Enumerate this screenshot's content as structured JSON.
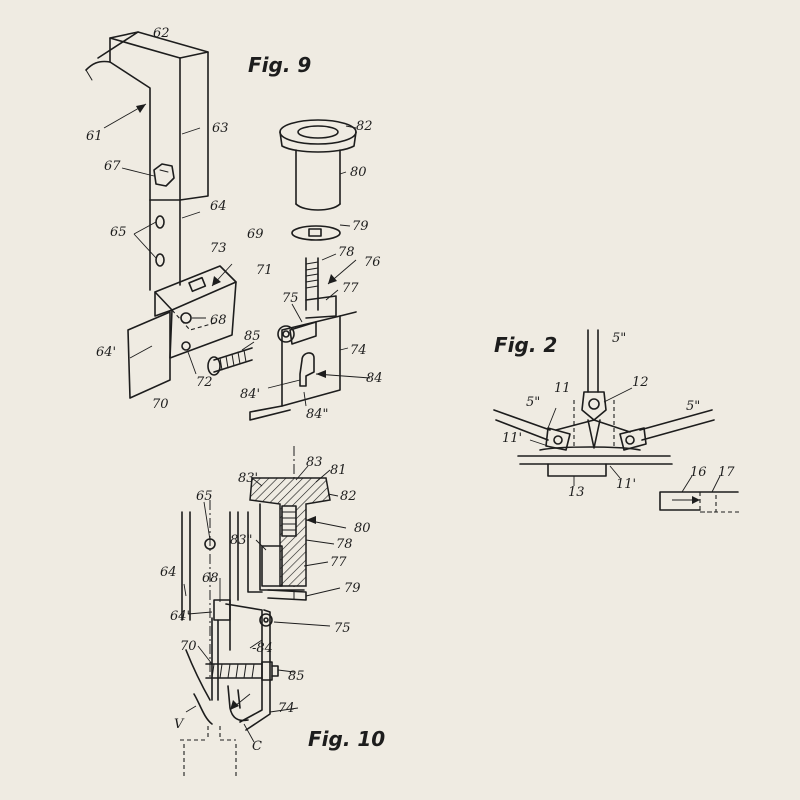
{
  "figures": {
    "fig9": {
      "title": "Fig. 9"
    },
    "fig2": {
      "title": "Fig. 2"
    },
    "fig10": {
      "title": "Fig. 10"
    }
  },
  "fig9_labels": {
    "l62": "62",
    "l61": "61",
    "l63": "63",
    "l67": "67",
    "l64": "64",
    "l65": "65",
    "l73": "73",
    "l69": "69",
    "l71": "71",
    "l68": "68",
    "l64p": "64'",
    "l72": "72",
    "l70": "70",
    "l82": "82",
    "l80": "80",
    "l79": "79",
    "l78": "78",
    "l76": "76",
    "l77": "77",
    "l75": "75",
    "l85": "85",
    "l74": "74",
    "l84": "84",
    "l84p": "84'",
    "l84pp": "84\""
  },
  "fig2_labels": {
    "l5top": "5\"",
    "l5left": "5\"",
    "l5right": "5\"",
    "l11": "11",
    "l12": "12",
    "l11pl": "11'",
    "l11pr": "11'",
    "l13": "13",
    "l16": "16",
    "l17": "17"
  },
  "fig10_labels": {
    "l83": "83",
    "l81": "81",
    "l83p": "83'",
    "l82": "82",
    "l80": "80",
    "l65": "65",
    "l83pp": "83\"",
    "l78": "78",
    "l64": "64",
    "l77": "77",
    "l68": "68",
    "l79": "79",
    "l64p": "64'",
    "l75": "75",
    "l70": "70",
    "l84": "-84",
    "l85": "85",
    "l74": "74",
    "lV": "V",
    "lC": "C"
  },
  "colors": {
    "paper": "#efebe2",
    "ink": "#1d1d1d"
  }
}
